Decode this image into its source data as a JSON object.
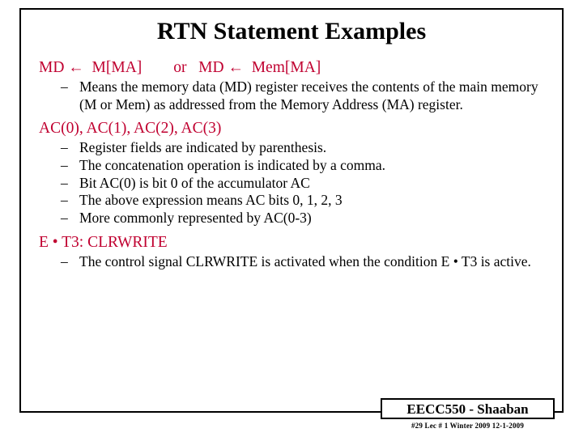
{
  "slide": {
    "title": "RTN Statement Examples",
    "blocks": [
      {
        "heading": "MD ←  M[MA]        or   MD ←  Mem[MA]",
        "bullets": [
          "Means the memory data (MD) register receives the contents of the main memory (M or Mem) as addressed from the Memory Address (MA) register."
        ]
      },
      {
        "heading": "AC(0), AC(1), AC(2), AC(3)",
        "bullets": [
          "Register fields are indicated by parenthesis.",
          "The concatenation operation is indicated by a  comma.",
          "Bit AC(0) is bit 0 of the accumulator AC",
          "The above expression means AC bits 0, 1, 2, 3",
          "More commonly represented by  AC(0-3)"
        ]
      },
      {
        "heading": "E • T3: CLRWRITE",
        "bullets": [
          "The control signal CLRWRITE is activated when the condition E • T3 is active."
        ]
      }
    ],
    "bullet_marker": "–",
    "footer": {
      "badge": "EECC550 - Shaaban",
      "note": "#29  Lec # 1  Winter 2009  12-1-2009"
    },
    "colors": {
      "heading": "#c00030",
      "text": "#000000",
      "background": "#ffffff",
      "border": "#000000",
      "shadow": "#808080"
    }
  }
}
